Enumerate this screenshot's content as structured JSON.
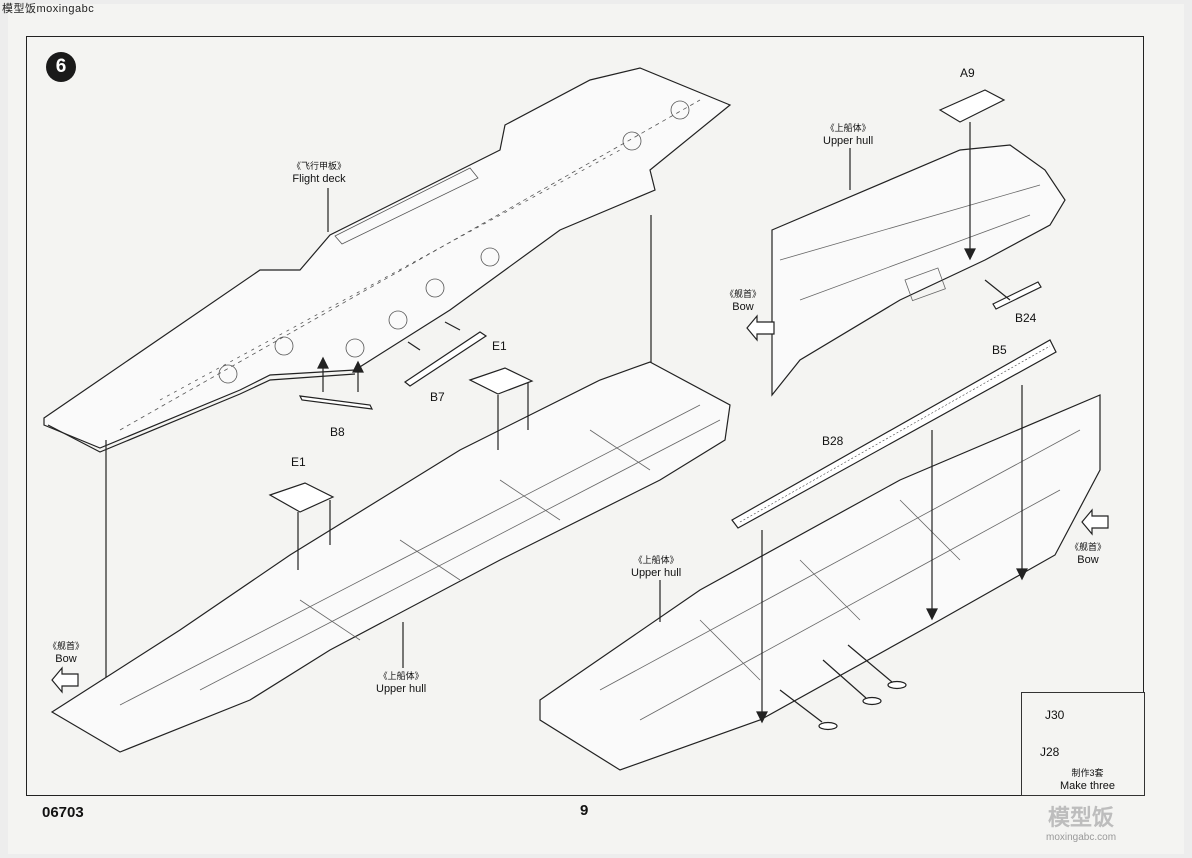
{
  "header": {
    "watermark": "模型饭moxingabc"
  },
  "step": {
    "number": "6"
  },
  "labels": {
    "flight_deck_cn": "《飞行甲板》",
    "flight_deck_en": "Flight deck",
    "upper_hull_cn": "《上船体》",
    "upper_hull_en": "Upper hull",
    "bow_cn": "《舰首》",
    "bow_en": "Bow"
  },
  "parts": {
    "a9": "A9",
    "b24": "B24",
    "b5": "B5",
    "b7": "B7",
    "b8": "B8",
    "b28": "B28",
    "e1": "E1",
    "j30": "J30",
    "j28": "J28"
  },
  "inset": {
    "make_cn": "制作3套",
    "make_en": "Make three"
  },
  "footer": {
    "product_code": "06703",
    "page_number": "9"
  },
  "watermark": {
    "logo": "模型饭",
    "url": "moxingabc.com"
  }
}
